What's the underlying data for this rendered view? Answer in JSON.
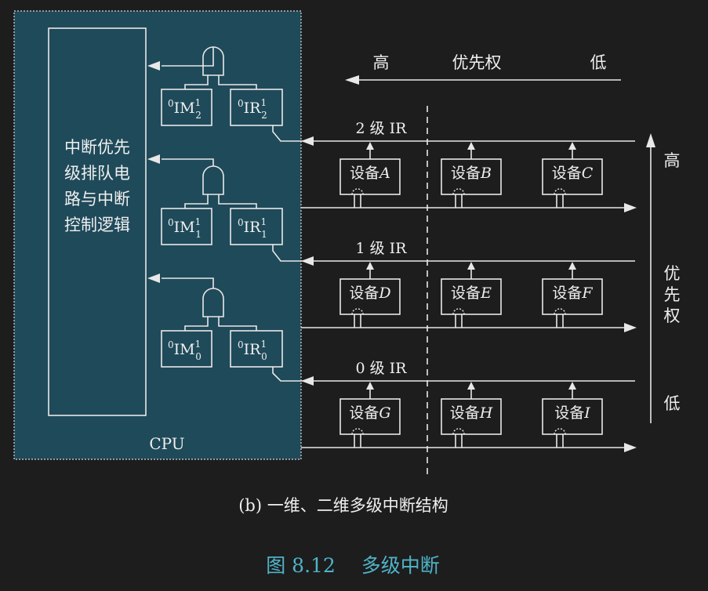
{
  "cpu": {
    "label": "CPU",
    "logic_lines": [
      "中断优先",
      "级排队电",
      "路与中断",
      "控制逻辑"
    ],
    "levels": [
      {
        "im": "IM",
        "im_sub": "2",
        "ir": "IR",
        "ir_sub": "2"
      },
      {
        "im": "IM",
        "im_sub": "1",
        "ir": "IR",
        "ir_sub": "1"
      },
      {
        "im": "IM",
        "im_sub": "0",
        "ir": "IR",
        "ir_sub": "0"
      }
    ],
    "reg_pre": "0",
    "reg_sup": "1"
  },
  "priority_top": {
    "high": "高",
    "label": "优先权",
    "low": "低"
  },
  "priority_side": {
    "high": "高",
    "label_chars": [
      "优",
      "先",
      "权"
    ],
    "low": "低"
  },
  "ir_lines": [
    "2 级 IR",
    "1 级 IR",
    "0 级 IR"
  ],
  "device_prefix": "设备",
  "devices": [
    [
      "A",
      "B",
      "C"
    ],
    [
      "D",
      "E",
      "F"
    ],
    [
      "G",
      "H",
      "I"
    ]
  ],
  "subcaption": "(b) 一维、二维多级中断结构",
  "caption": "图 8.12　 多级中断",
  "colors": {
    "cpu_fill": "#1f4a5a",
    "caption": "#4fb3c8"
  }
}
